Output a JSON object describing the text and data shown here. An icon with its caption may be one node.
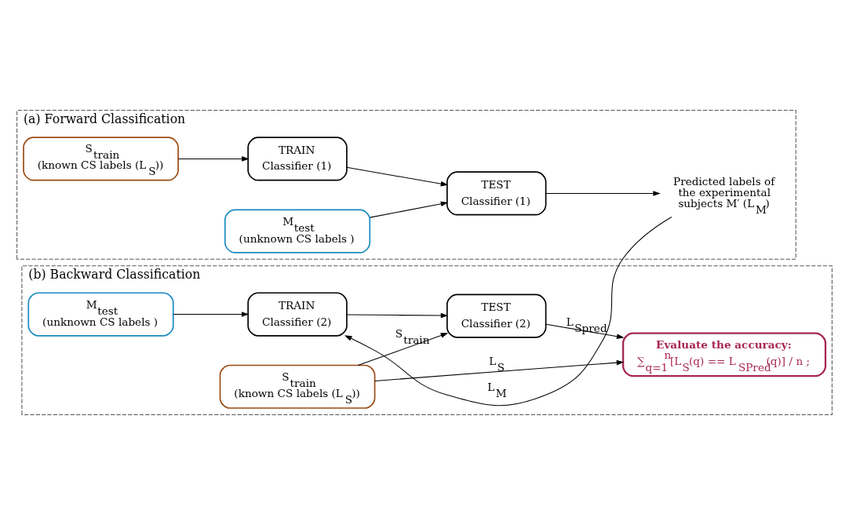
{
  "diagram": {
    "nodes": [
      {
        "text": [
          "(a) Forward Classification"
        ]
      },
      {
        "text": [
          "S$_{train}$",
          "(known CS labels (L$_{S}$))"
        ],
        "in": 0
      },
      {
        "text": [
          "TRAIN",
          "Classifier (1)"
        ],
        "in": 0
      },
      {
        "text": [
          "TEST",
          "Classifier (1)"
        ],
        "in": 0
      },
      {
        "text": [
          "Predicted labels of the experimental subjects M′ (L$_{M}$)"
        ],
        "in": 0
      },
      {
        "text": [
          "M$_{test}$",
          "(unknown CS labels )"
        ],
        "in": 0
      },
      {
        "text": [
          "(b) Backward Classification"
        ]
      },
      {
        "text": [
          "M$_{test}$",
          "(unknown CS labels )"
        ],
        "in": 6
      },
      {
        "text": [
          "TRAIN",
          "Classifier (2)"
        ],
        "in": 6
      },
      {
        "text": [
          "TEST",
          "Classifier (2)"
        ],
        "in": 6
      },
      {
        "text": [
          "Evaluate the accuracy:",
          "∑$_{q=1}$$^{n}$[L$_{S}$(q) == L$_{SPred}$(q)] / n ;"
        ],
        "in": 6
      },
      {
        "text": [
          "S$_{train}$",
          "(known CS labels (L$_{S}$))"
        ],
        "in": 6
      }
    ],
    "edges": [
      {
        "from": 1,
        "to": 2,
        "arrow": "to"
      },
      {
        "from": 2,
        "to": 3,
        "arrow": "to"
      },
      {
        "from": 3,
        "to": 4,
        "arrow": "to"
      },
      {
        "from": 5,
        "to": 3,
        "arrow": "to"
      },
      {
        "from": 4,
        "to": 8,
        "arrow": "to",
        "label": "L$_{M}$"
      },
      {
        "from": 7,
        "to": 8,
        "arrow": "to"
      },
      {
        "from": 8,
        "to": 9,
        "arrow": "to"
      },
      {
        "from": 9,
        "to": 10,
        "arrow": "to",
        "label": "L$_{Spred}$"
      },
      {
        "from": 11,
        "to": 9,
        "arrow": "to",
        "label": "S$_{train}$"
      },
      {
        "from": 11,
        "to": 10,
        "arrow": "to",
        "label": "L$_{S}$"
      }
    ]
  }
}
